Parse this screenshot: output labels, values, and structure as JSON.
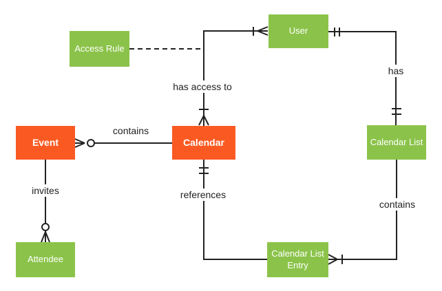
{
  "diagram_type": "entity-relationship",
  "colors": {
    "entity_orange": "#FA5A22",
    "entity_green": "#8BC34A",
    "entity_text": "#FFFFFF",
    "line": "#212121",
    "label_text": "#212121",
    "background": "#FFFFFF"
  },
  "entities": [
    {
      "id": "access-rule",
      "label": "Access Rule",
      "variant": "green"
    },
    {
      "id": "user",
      "label": "User",
      "variant": "green"
    },
    {
      "id": "event",
      "label": "Event",
      "variant": "orange"
    },
    {
      "id": "calendar",
      "label": "Calendar",
      "variant": "orange"
    },
    {
      "id": "calendar-list",
      "label": "Calendar List",
      "variant": "green"
    },
    {
      "id": "calendar-list-entry",
      "label": "Calendar List Entry",
      "variant": "green"
    },
    {
      "id": "attendee",
      "label": "Attendee",
      "variant": "green"
    }
  ],
  "relationships": [
    {
      "label": "contains",
      "from": "Event",
      "to": "Calendar",
      "from_cardinality": "zero-or-many",
      "to_cardinality": "unmarked",
      "style": "solid"
    },
    {
      "label": "has access to",
      "from": "User",
      "to": "Calendar",
      "from_cardinality": "one-or-many",
      "to_cardinality": "one-or-many",
      "style": "solid"
    },
    {
      "label": "has",
      "from": "User",
      "to": "Calendar List",
      "from_cardinality": "exactly-one",
      "to_cardinality": "exactly-one",
      "style": "solid"
    },
    {
      "label": "contains",
      "from": "Calendar List",
      "to": "Calendar List Entry",
      "from_cardinality": "unmarked",
      "to_cardinality": "one-or-many",
      "style": "solid"
    },
    {
      "label": "references",
      "from": "Calendar",
      "to": "Calendar List Entry",
      "from_cardinality": "exactly-one",
      "to_cardinality": "unmarked",
      "style": "solid"
    },
    {
      "label": "invites",
      "from": "Event",
      "to": "Attendee",
      "from_cardinality": "unmarked",
      "to_cardinality": "zero-or-many",
      "style": "solid"
    },
    {
      "label": "",
      "from": "Access Rule",
      "to": "has access to (relationship)",
      "from_cardinality": "unmarked",
      "to_cardinality": "unmarked",
      "style": "dashed"
    }
  ]
}
